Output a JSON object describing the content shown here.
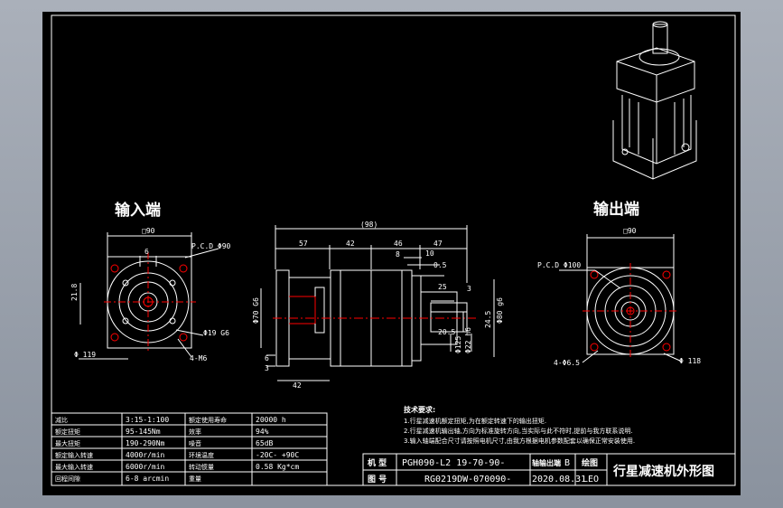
{
  "views": {
    "input_title": "输入端",
    "output_title": "输出端"
  },
  "input_view": {
    "dim_square": "□90",
    "dim_6": "6",
    "pcd": "P.C.D Φ90",
    "dim_218": "21.8",
    "dim_119": "Φ 119",
    "dim_1965": "Φ19 G6",
    "dim_4m6": "4-M6"
  },
  "side_view": {
    "dim_overall": "(98)",
    "dim_57": "57",
    "dim_42": "42",
    "dim_46": "46",
    "dim_47": "47",
    "dim_8": "8",
    "dim_10": "10",
    "dim_05": "0.5",
    "dim_25": "25",
    "dim_3": "3",
    "dim_70g6": "Φ70 G6",
    "dim_80g6": "Φ80 g6",
    "dim_245": "24.5",
    "dim_205": "20.5",
    "dim_22h6": "Φ22 h6",
    "dim_125": "Φ125",
    "dim_6": "6",
    "dim_3b": "3",
    "dim_42b": "42"
  },
  "output_view": {
    "dim_square": "□90",
    "pcd": "P.C.D Φ100",
    "dim_465": "4-Φ6.5",
    "dim_118": "Φ 118"
  },
  "specs": {
    "rows": [
      {
        "k1": "减比",
        "v1": "3:15-1:100",
        "k2": "额定使用寿命",
        "v2": "20000 h"
      },
      {
        "k1": "额定扭矩",
        "v1": "95-145Nm",
        "k2": "效率",
        "v2": "94%"
      },
      {
        "k1": "最大扭矩",
        "v1": "190-290Nm",
        "k2": "噪音",
        "v2": "65dB"
      },
      {
        "k1": "额定输入转速",
        "v1": "4000r/min",
        "k2": "环境温度",
        "v2": "-20C- +90C"
      },
      {
        "k1": "最大输入转速",
        "v1": "6000r/min",
        "k2": "转动惯量",
        "v2": "0.58 Kg*cm"
      },
      {
        "k1": "回程间隙",
        "v1": "6-8 arcmin",
        "k2": "重量",
        "v2": ""
      }
    ]
  },
  "notes": {
    "heading": "技术要求:",
    "lines": [
      "1.行星减速机额定扭矩,为在额定转速下的输出扭矩.",
      "2.行星减速机输出轴,方向为标准旋转方向,当实际与此不符时,提前与我方联系说明.",
      "3.输入轴端配合尺寸请按照电机尺寸,由我方根据电机参数配套以确保正常安装使用."
    ]
  },
  "title_block": {
    "label_model": "机 型",
    "model": "PGH090-L2 19-70-90-",
    "model_tag": "B",
    "label_shaft": "轴输出端",
    "label_drawing": "图 号",
    "drawing_no": "RG0219DW-070090-",
    "date": "2020.08.31",
    "label_draw": "绘图",
    "drawer": "LEO",
    "title": "行星减速机外形图"
  }
}
